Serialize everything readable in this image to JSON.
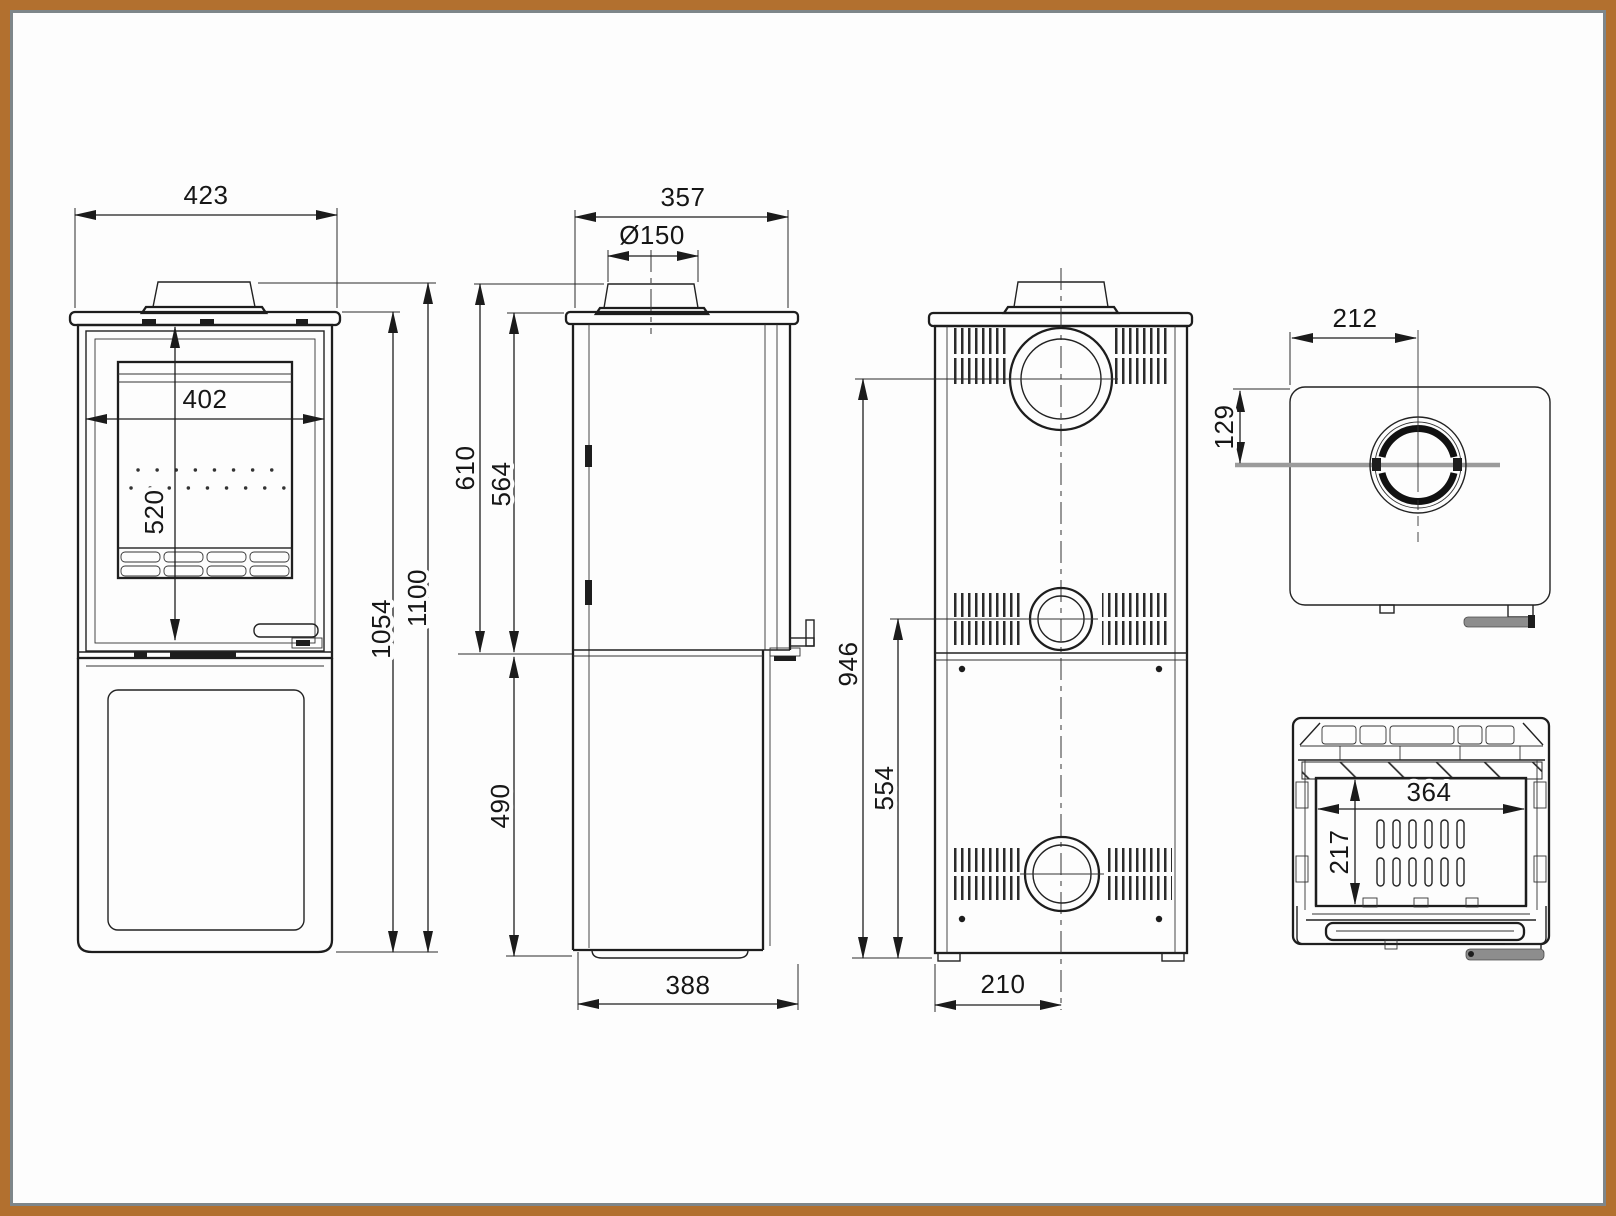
{
  "drawing": {
    "type": "technical-dimension-drawing",
    "subject": "wood-burning stove with log-store base, five orthographic views",
    "unit": "mm",
    "colors": {
      "frame_outer": "#b2702f",
      "frame_inner": "#7e868a",
      "paper": "#fdfdfd",
      "line": "#1d1d1d",
      "handle_gray": "#8d8d8d"
    },
    "views": {
      "front": {
        "label": "front-view",
        "dims": {
          "top_width": "423",
          "door_width": "402",
          "door_height": "520",
          "body_height": "1054",
          "total_height": "1100"
        }
      },
      "side": {
        "label": "side-view",
        "dims": {
          "top_depth": "357",
          "flue_diameter": "Ø150",
          "flue_to_base": "610",
          "plate_to_base": "564",
          "base_height": "490",
          "bottom_depth": "388"
        }
      },
      "back": {
        "label": "back-view",
        "dims": {
          "flue_centre_height": "946",
          "outlet_centre_height": "554",
          "centre_offset": "210"
        }
      },
      "top": {
        "label": "top-view",
        "dims": {
          "flue_centre_from_side": "212",
          "flue_centre_from_edge": "129"
        }
      },
      "bottom": {
        "label": "bottom-view",
        "dims": {
          "grate_width": "364",
          "grate_depth": "217"
        }
      }
    }
  }
}
